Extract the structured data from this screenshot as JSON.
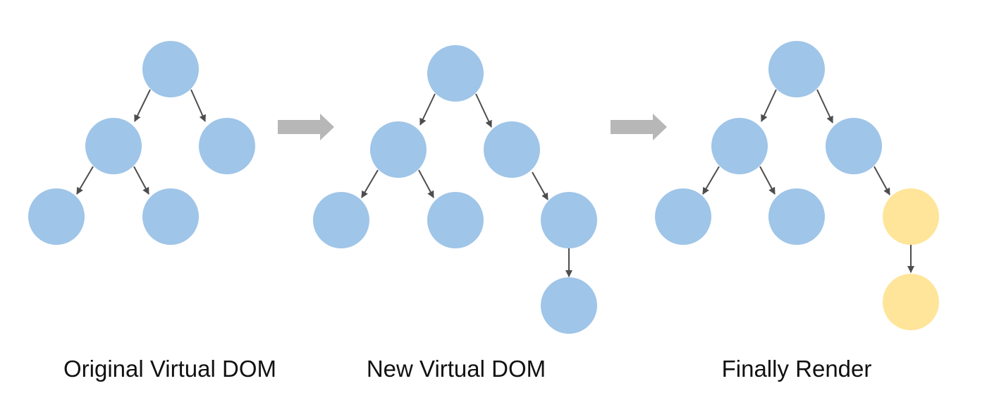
{
  "captions": {
    "original": "Original Virtual DOM",
    "new": "New Virtual DOM",
    "final": "Finally Render"
  },
  "colors": {
    "node": "#9fc5e8",
    "changed_node": "#ffe599",
    "edge": "#4d4d4d",
    "transition_arrow": "#b7b7b7",
    "caption_text": "#111111"
  },
  "icons": {
    "transition": "arrow-right-icon"
  }
}
